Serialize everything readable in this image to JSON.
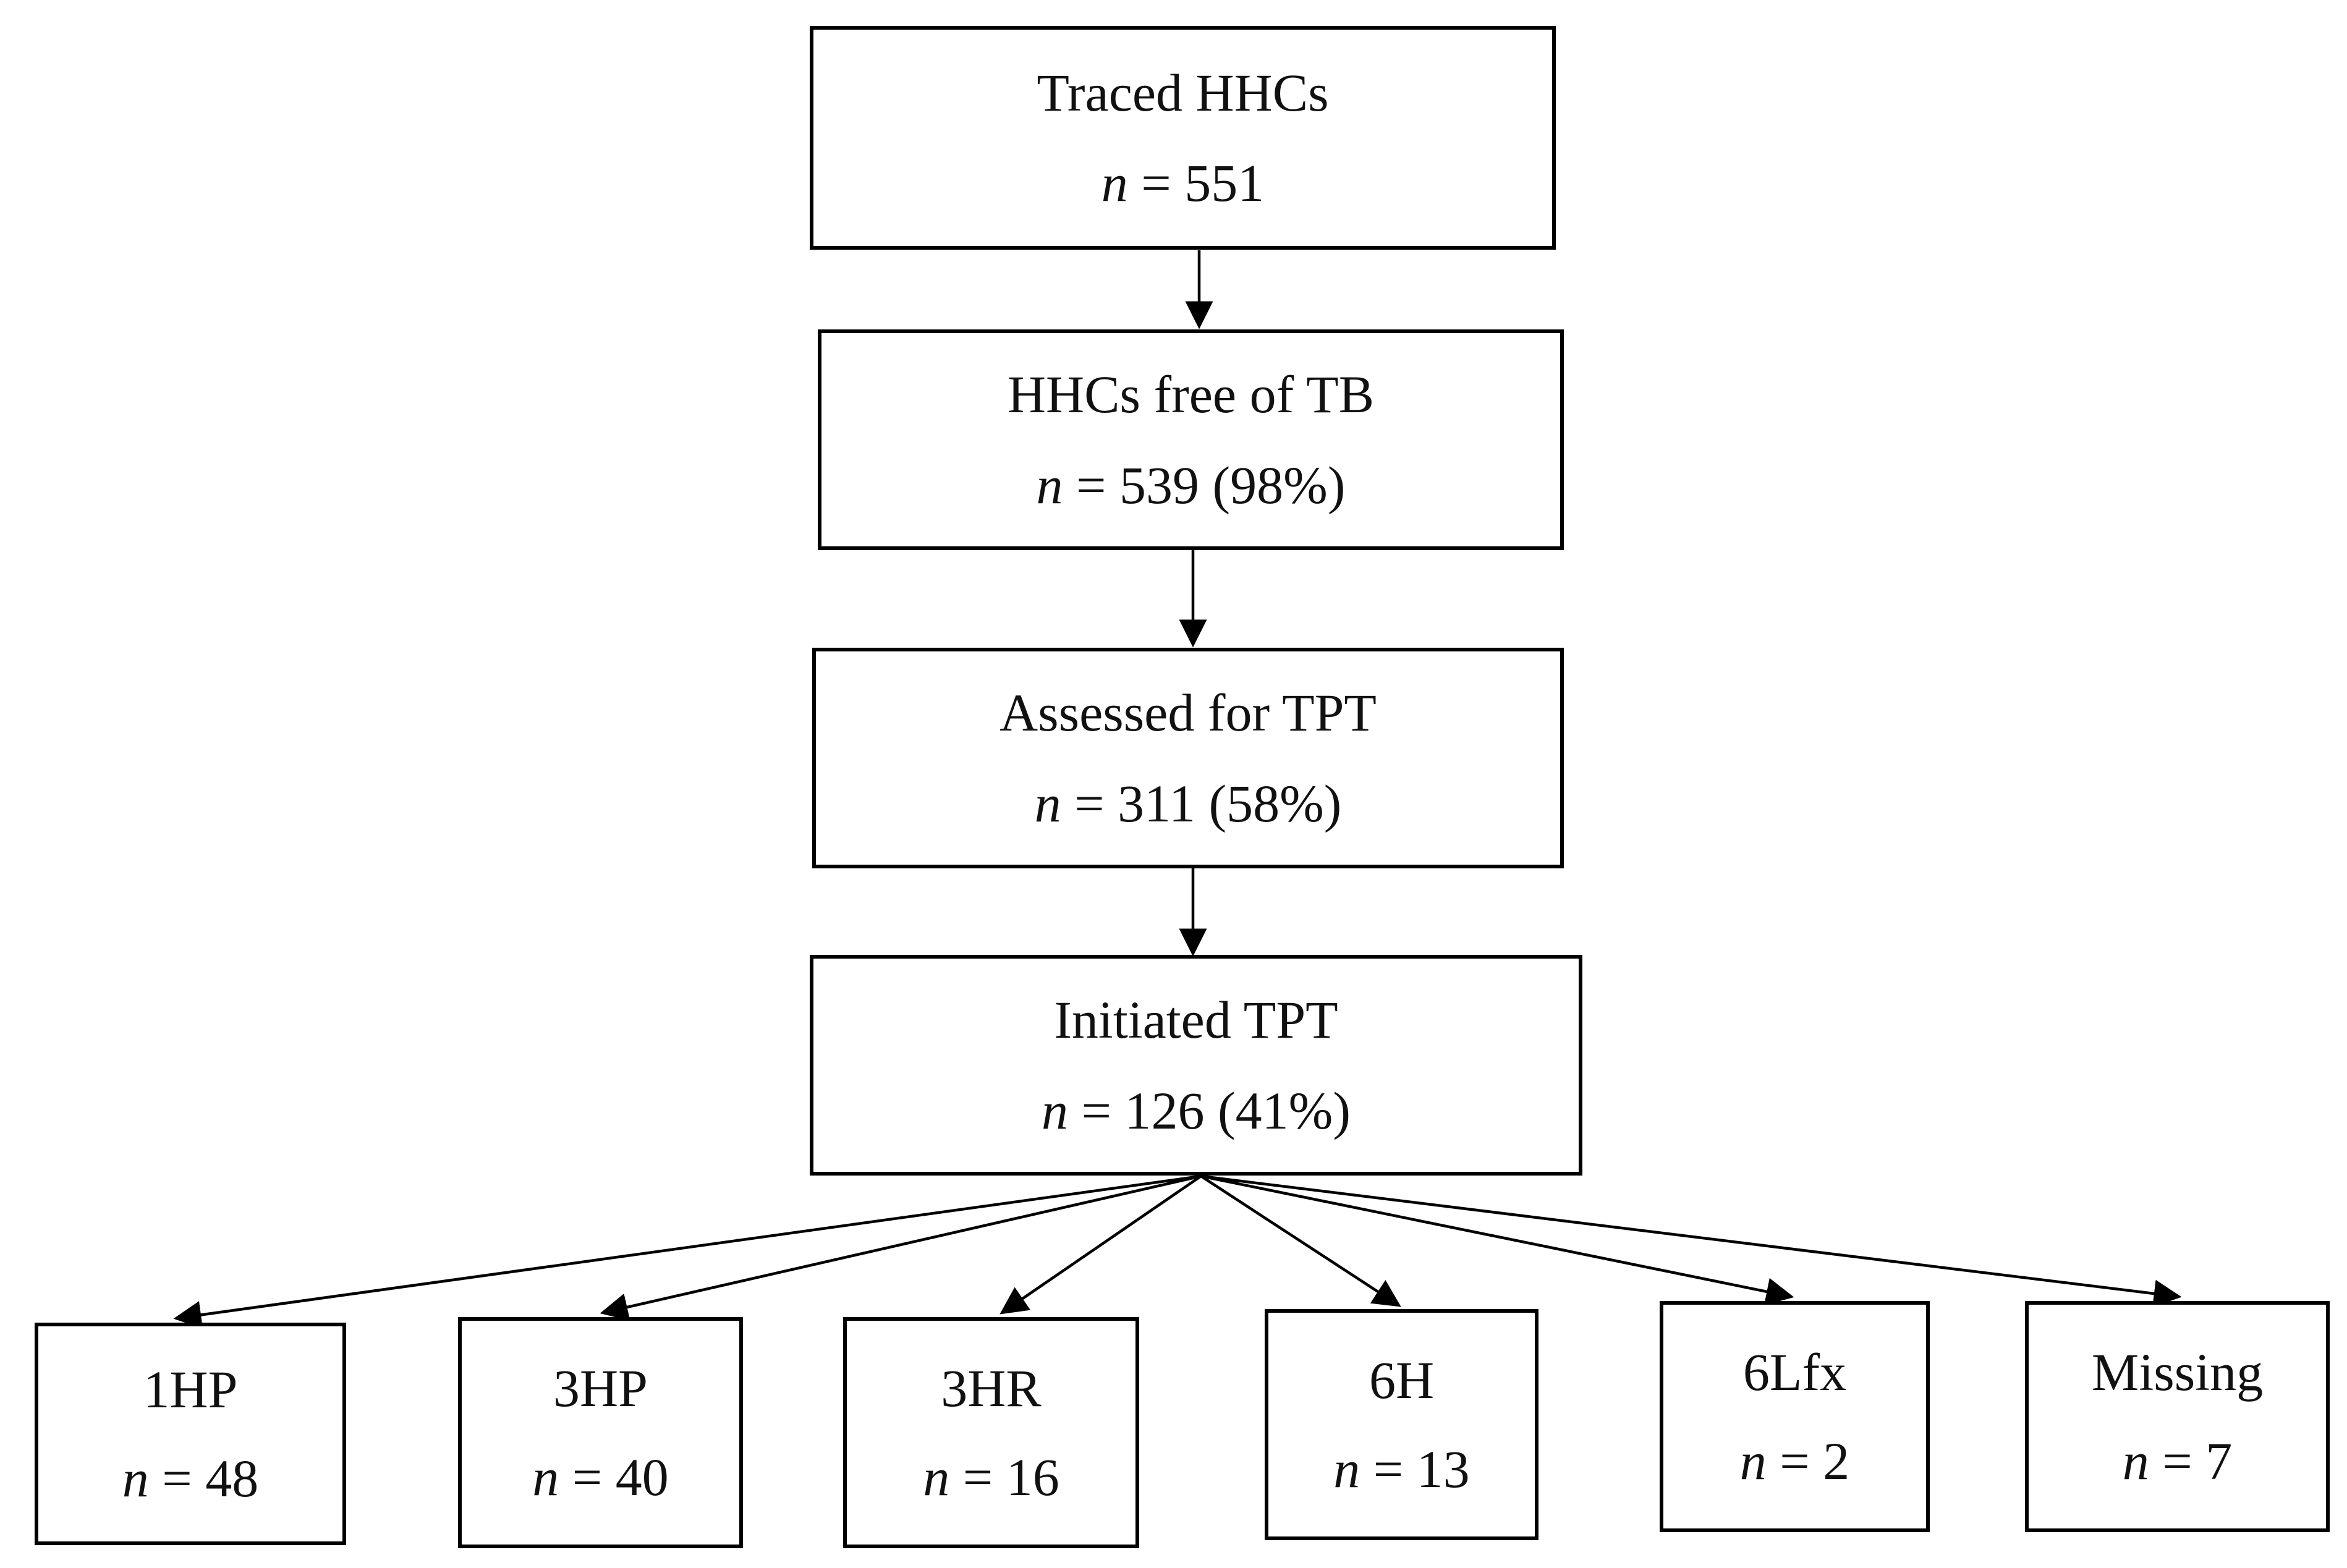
{
  "nodes": {
    "traced": {
      "label": "Traced HHCs",
      "n": "551"
    },
    "free_of_tb": {
      "label": "HHCs free of TB",
      "n": "539 (98%)"
    },
    "assessed": {
      "label": "Assessed for TPT",
      "n": "311 (58%)"
    },
    "initiated": {
      "label": "Initiated TPT",
      "n": "126 (41%)"
    }
  },
  "regimens": [
    {
      "label": "1HP",
      "n": "48"
    },
    {
      "label": "3HP",
      "n": "40"
    },
    {
      "label": "3HR",
      "n": "16"
    },
    {
      "label": "6H",
      "n": "13"
    },
    {
      "label": "6Lfx",
      "n": "2"
    },
    {
      "label": "Missing",
      "n": "7"
    }
  ],
  "n_symbol": "n",
  "equals": " = "
}
